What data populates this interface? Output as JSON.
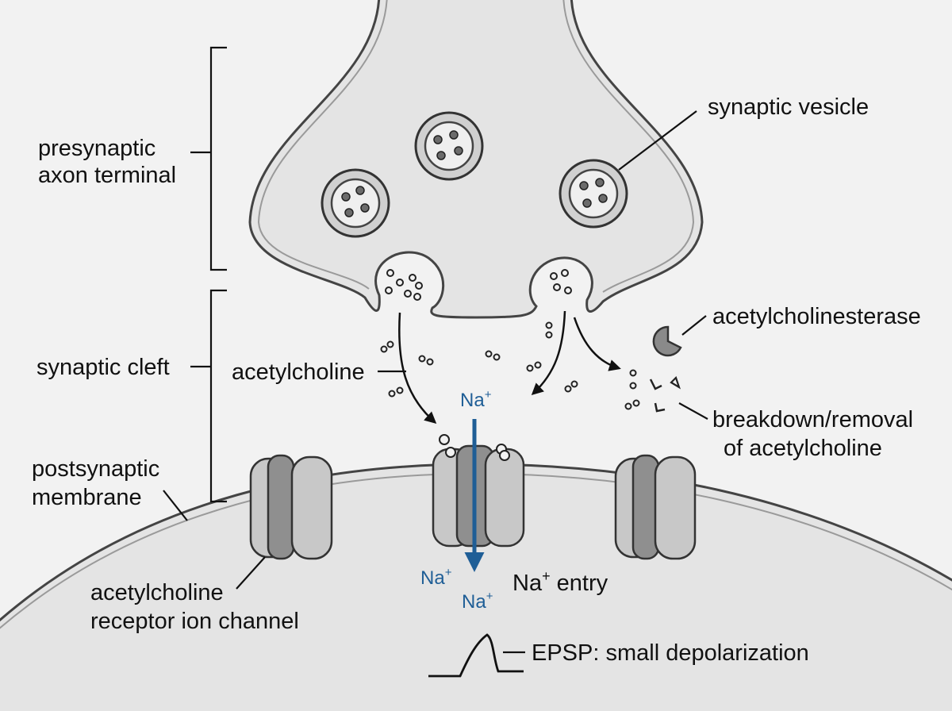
{
  "labels": {
    "presynaptic": [
      "presynaptic",
      "axon terminal"
    ],
    "synaptic_cleft": "synaptic cleft",
    "acetylcholine": "acetylcholine",
    "postsynaptic": [
      "postsynaptic",
      "membrane"
    ],
    "receptor": [
      "acetylcholine",
      "receptor ion channel"
    ],
    "synaptic_vesicle": "synaptic vesicle",
    "acetylcholinesterase": "acetylcholinesterase",
    "breakdown": [
      "breakdown/removal",
      "of acetylcholine"
    ],
    "na_top": "Na",
    "na_left": "Na",
    "na_bottom": "Na",
    "na_entry_prefix": "Na",
    "na_entry_suffix": " entry",
    "plus": "+",
    "epsp": "EPSP: small depolarization"
  },
  "colors": {
    "ion_blue": "#1f5e96",
    "membrane_fill": "#e4e4e4",
    "channel_dark": "#8f8f8f"
  }
}
